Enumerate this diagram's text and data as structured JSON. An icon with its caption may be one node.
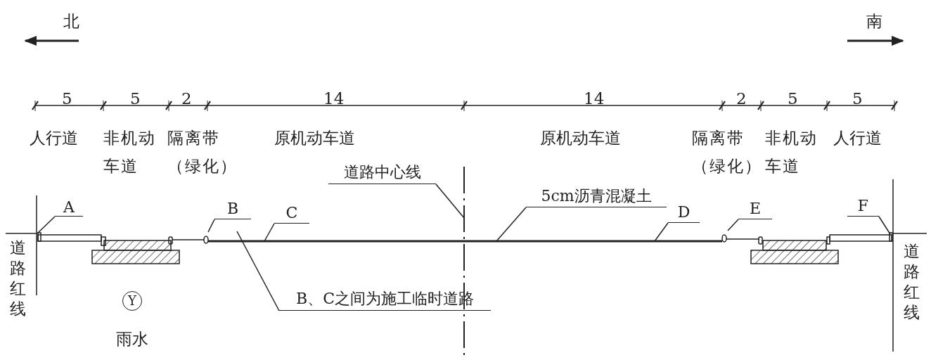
{
  "diagram": {
    "nodes": [
      {
        "text": [
          "A"
        ]
      },
      {
        "text": [
          "B"
        ]
      },
      {
        "text": [
          "C"
        ]
      },
      {
        "text": [
          "道路中心线"
        ]
      },
      {
        "text": [
          "5cm沥青混凝土"
        ]
      },
      {
        "text": [
          "D"
        ]
      },
      {
        "text": [
          "E"
        ]
      },
      {
        "text": [
          "F"
        ]
      },
      {
        "text": [
          "B、C之间为施工临时道路"
        ]
      },
      {
        "text": [
          "Y"
        ],
        "beside": [
          "雨水"
        ]
      }
    ],
    "edges": [
      {
        "from": 0,
        "to": null,
        "arrow": "none"
      },
      {
        "from": 1,
        "to": null,
        "arrow": "none"
      },
      {
        "from": 2,
        "to": null,
        "arrow": "none"
      },
      {
        "from": 3,
        "to": null,
        "arrow": "none"
      },
      {
        "from": 4,
        "to": null,
        "arrow": "none"
      },
      {
        "from": 5,
        "to": null,
        "arrow": "none"
      },
      {
        "from": 6,
        "to": null,
        "arrow": "none"
      },
      {
        "from": 7,
        "to": null,
        "arrow": "none"
      },
      {
        "from": 8,
        "to": null,
        "arrow": "none"
      }
    ],
    "labels": [
      "北",
      "南",
      "5",
      "5",
      "2",
      "14",
      "14",
      "2",
      "5",
      "5",
      "人行道",
      "非机动车道",
      "隔离带（绿化）",
      "原机动车道",
      "原机动车道",
      "隔离带（绿化）",
      "非机动车道",
      "人行道",
      "道路红线",
      "道路红线"
    ]
  }
}
